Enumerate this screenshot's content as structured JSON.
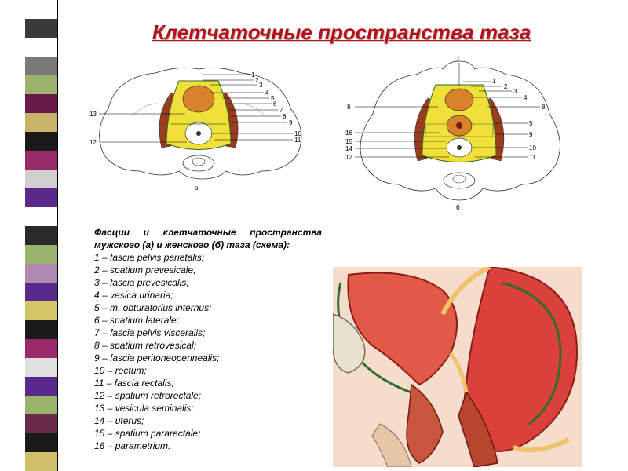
{
  "title": "Клетчаточные пространства таза",
  "diagram_a": {
    "letter": "а",
    "left_labels": [
      "13",
      "12"
    ],
    "right_labels": [
      "1",
      "2",
      "3",
      "4",
      "5",
      "6",
      "7",
      "8",
      "9",
      "10",
      "11"
    ]
  },
  "diagram_b": {
    "letter": "б",
    "top_label": "7",
    "left_labels": [
      "8",
      "16",
      "15",
      "14",
      "12"
    ],
    "right_labels": [
      "1",
      "2",
      "3",
      "4",
      "8",
      "5",
      "9",
      "10",
      "11"
    ]
  },
  "caption": {
    "heading": "Фасции и клетчаточные пространства мужского (а) и женского (б) таза (схема):",
    "items": [
      "1 – fascia pelvis parietalis;",
      "2 – spatium prevesicale;",
      "3 – fascia prevesicalis;",
      "4 – vesica urinaria;",
      "5 – m. obturatorius internus;",
      "6 – spatium laterale;",
      "7 – fascia pelvis visceralis;",
      "8 – spatium retrovesical;",
      "9 – fascia peritoneoperinealis;",
      "10 – rectum;",
      "11 –  fascia rectalis;",
      "12 – spatium retrorectale;",
      "13 – vesicula seminalis;",
      "14 – uterus;",
      "15 – spatium pararectale;",
      "16 – parametrium."
    ]
  },
  "colors": {
    "title": "#b3121a",
    "fascia_yellow": "#f2e03a",
    "muscle_brown": "#9a3d1c",
    "organ_orange": "#d9822b",
    "fascia_green": "#2f6b2a",
    "tissue_red": "#d9413a",
    "stripe": [
      "#ffffff",
      "#3a3a3a",
      "#ffffff",
      "#7a7a7a",
      "#9ab46e",
      "#6a1a4a",
      "#c8b36a",
      "#1a1a1a",
      "#9a2a6a",
      "#d0d0d0",
      "#5a2a8a",
      "#ffffff",
      "#2a2a2a",
      "#9ab46e",
      "#b08ab0",
      "#5a2a8a",
      "#d4c46a",
      "#1a1a1a",
      "#9a2a6a",
      "#e0e0e0",
      "#5a2a8a",
      "#9ab46e",
      "#6a2a4a",
      "#1a1a1a",
      "#d0c06a"
    ]
  }
}
